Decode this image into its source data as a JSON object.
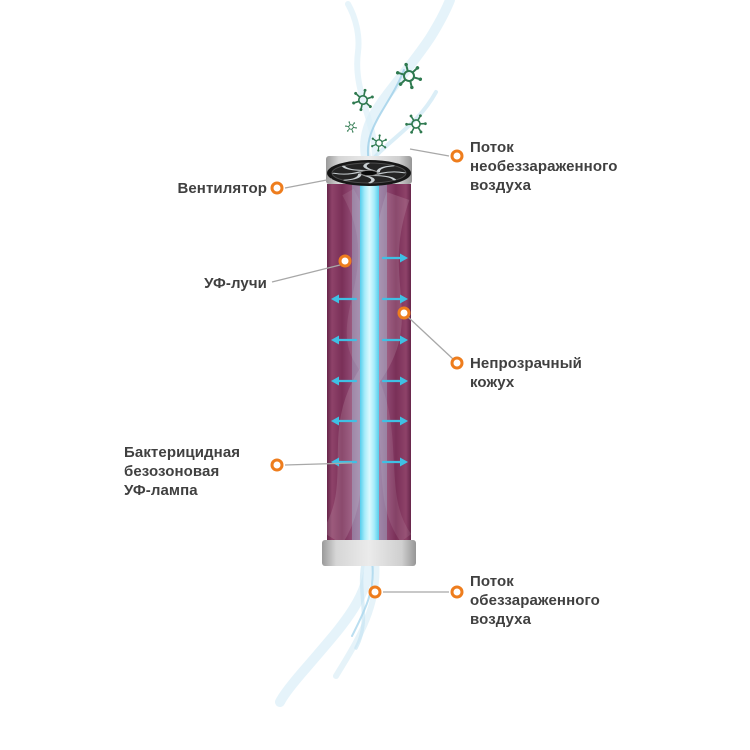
{
  "diagram": {
    "title": "uv-air-recirculator-scheme",
    "labels": {
      "fan": "Вентилятор",
      "inflow": "Поток\nнеобеззараженного\nвоздуха",
      "uv_rays": "УФ-лучи",
      "casing": "Непрозрачный\nкожух",
      "lamp": "Бактерицидная\nбезозоновая\nУФ-лампа",
      "outflow": "Поток\nобеззараженного\nвоздуха"
    },
    "colors": {
      "accent_orange": "#ee7d1d",
      "body_purple": "#8c3a67",
      "lamp_cyan": "#a5ecfa",
      "arrow_cyan": "#3fc0e4",
      "cap_gray": "#c9c9c9",
      "fan_black": "#161616",
      "virus_green": "#2f7a50",
      "flow_blue": "#cfe9f6",
      "leader_gray": "#a8a8a8",
      "text_color": "#404040"
    }
  }
}
